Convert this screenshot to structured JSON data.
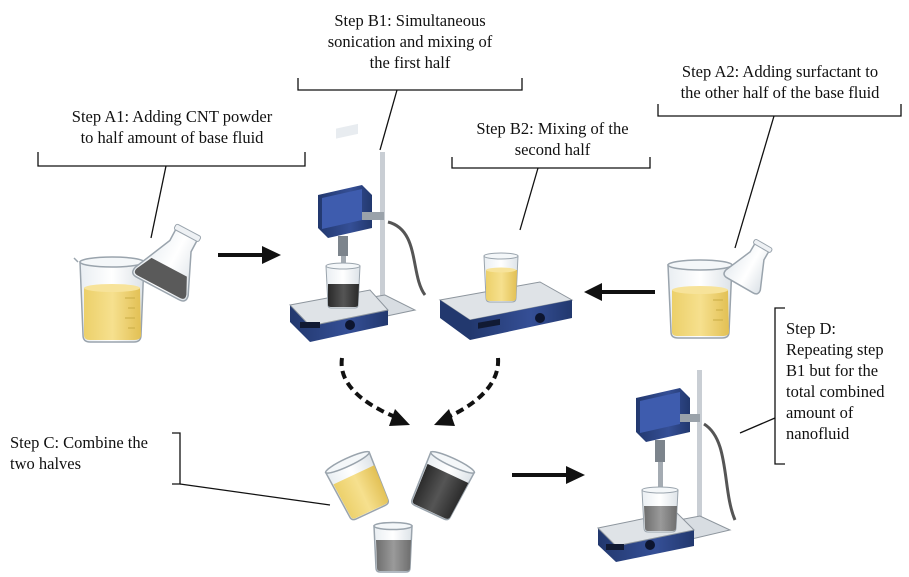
{
  "steps": {
    "a1": {
      "line1": "Step A1: Adding CNT powder",
      "line2": "to half amount of base fluid"
    },
    "b1": {
      "line1": "Step B1: Simultaneous",
      "line2": "sonication and mixing of",
      "line3": "the first half"
    },
    "b2": {
      "line1": "Step B2: Mixing of the",
      "line2": "second  half"
    },
    "a2": {
      "line1": "Step A2: Adding surfactant  to",
      "line2": "the other half of the base fluid"
    },
    "c": {
      "line1": "Step C: Combine the",
      "line2": "two halves"
    },
    "d": {
      "line1": "Step D:",
      "line2": "Repeating step",
      "line3": "B1 but for the",
      "line4": "total combined",
      "line5": "amount of",
      "line6": "nanofluid"
    }
  },
  "colors": {
    "fluid": "#f1d575",
    "fluid_dark": "#e4be4c",
    "cnt": "#3b3b3b",
    "device_blue": "#2e4a8e",
    "device_dark": "#1f3266",
    "plate": "#cfd4da",
    "arrow": "#111111"
  }
}
